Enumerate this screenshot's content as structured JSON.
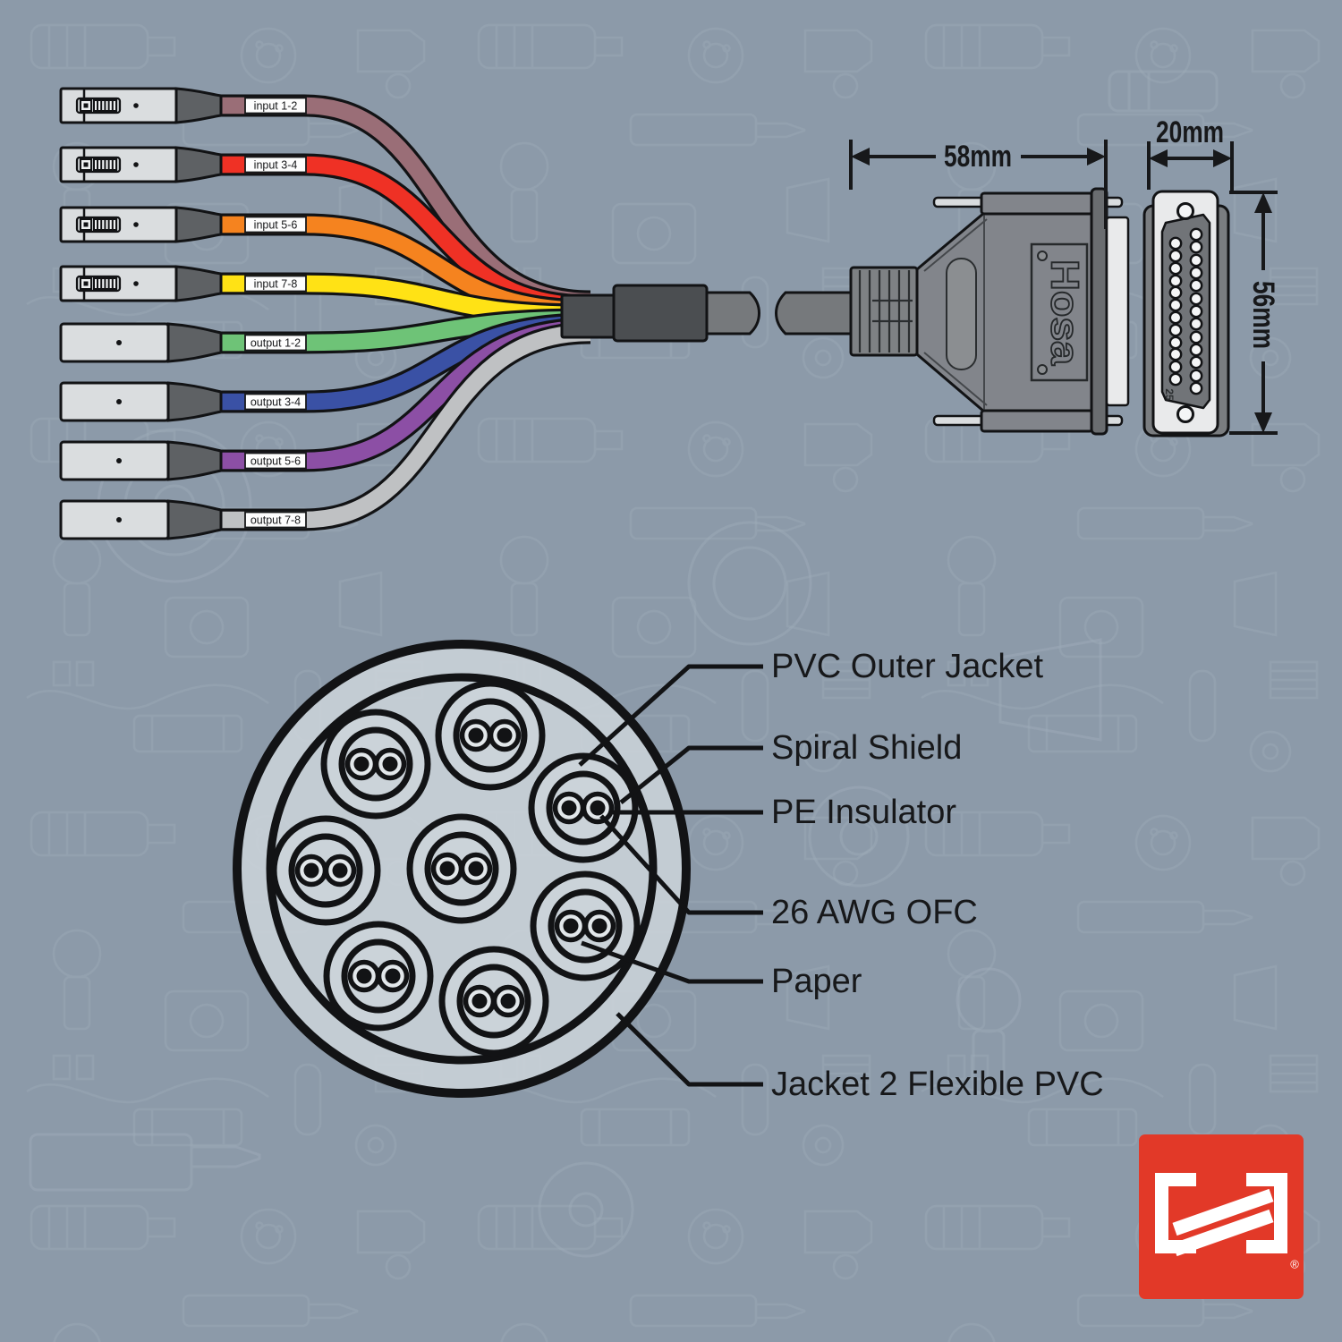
{
  "colors": {
    "background": "#8C9AA9",
    "doodle": "#9FADBA",
    "ink": "#17181A",
    "connector_body": "#DADDDF",
    "connector_boot": "#5E6164",
    "sleeve": "#4B4E51",
    "trunk": "#76797C",
    "hood": "#82858B",
    "faceplate": "#E9EAEB",
    "logo_red": "#E23928"
  },
  "cables": [
    {
      "label": "input 1-2",
      "color": "#9A6E77",
      "connector": "XLR female"
    },
    {
      "label": "input 3-4",
      "color": "#EF3125",
      "connector": "XLR female"
    },
    {
      "label": "input 5-6",
      "color": "#F5831F",
      "connector": "XLR female"
    },
    {
      "label": "input 7-8",
      "color": "#FFE215",
      "connector": "XLR female"
    },
    {
      "label": "output 1-2",
      "color": "#6EC377",
      "connector": "XLR male"
    },
    {
      "label": "output 3-4",
      "color": "#3A51A5",
      "connector": "XLR male"
    },
    {
      "label": "output 5-6",
      "color": "#8C4FA5",
      "connector": "XLR male"
    },
    {
      "label": "output 7-8",
      "color": "#BFC1C3",
      "connector": "XLR male"
    }
  ],
  "db25": {
    "brand": "Hosa",
    "pin_label": "25"
  },
  "dimensions": {
    "length_label": "58mm",
    "depth_label": "20mm",
    "height_label": "56mm"
  },
  "cross_section": {
    "labels": [
      "PVC Outer Jacket",
      "Spiral Shield",
      "PE Insulator",
      "26 AWG OFC",
      "Paper",
      "Jacket 2 Flexible PVC"
    ]
  },
  "logo": {
    "registered_mark": "®"
  }
}
